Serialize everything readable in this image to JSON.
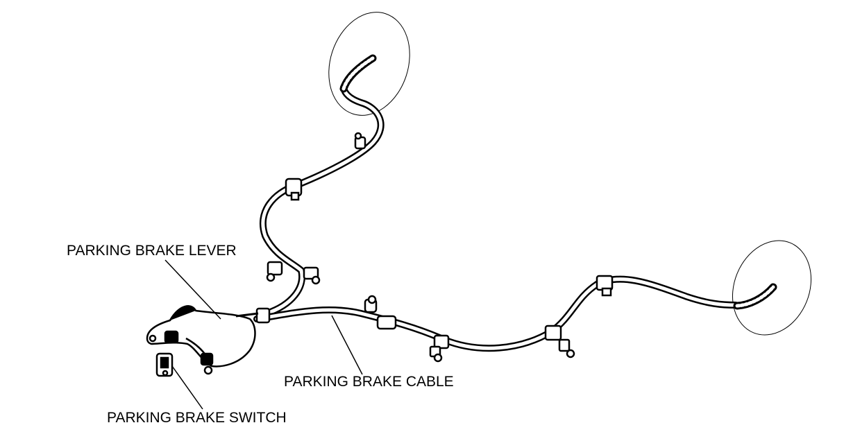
{
  "labels": {
    "lever": "PARKING BRAKE LEVER",
    "cable": "PARKING BRAKE CABLE",
    "switch": "PARKING BRAKE SWITCH"
  },
  "colors": {
    "ink": "#000000",
    "paper": "#ffffff"
  }
}
